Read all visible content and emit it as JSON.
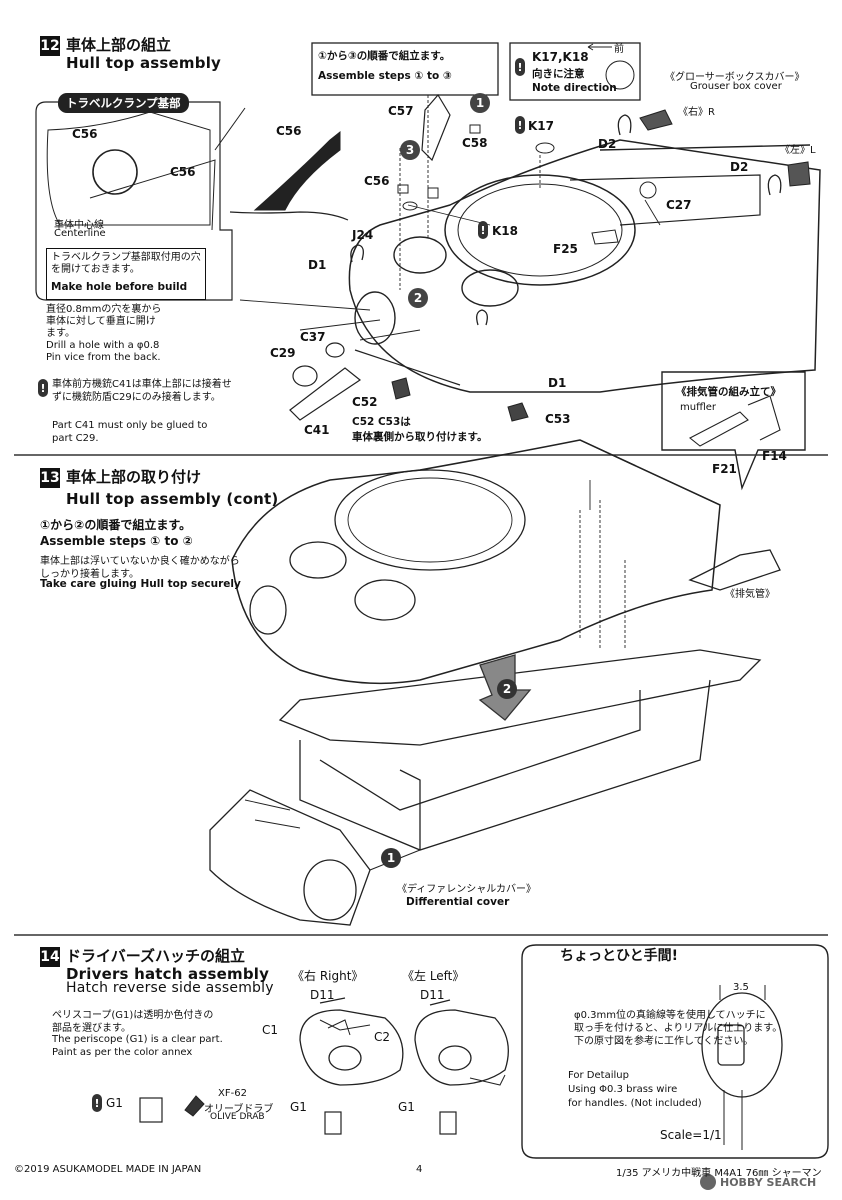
{
  "step12": {
    "number": "12",
    "title_jp": "車体上部の組立",
    "title_en": "Hull top assembly",
    "callout_order_jp": "①から③の順番で組立ます。",
    "callout_order_en": "Assemble steps ① to ③",
    "callout_k17_code": "K17,K18",
    "callout_k17_jp": "向きに注意",
    "callout_k17_en": "Note direction",
    "callout_k17_arrow": "前",
    "travel_clamp_label": "トラベルクランプ基部",
    "centerline_jp": "車体中心線",
    "centerline_en": "Centerline",
    "make_hole_jp": "トラベルクランプ基部取付用の穴を開けておきます。",
    "make_hole_en": "Make hole before build",
    "drill_jp": "直径0.8mmの穴を裏から車体に対して垂直に開けます。",
    "drill_en1": "Drill a hole with a φ0.8",
    "drill_en2": "Pin vice from the back.",
    "c41_note_jp": "車体前方機銃C41は車体上部には接着せずに機銃防盾C29にのみ接着します。",
    "c41_note_en1": "Part C41 must only be glued to",
    "c41_note_en2": "part C29.",
    "c52_note_code": "C52 C53は",
    "c52_note_jp": "車体裏側から取り付けます。",
    "grouser_jp": "《グローサーボックスカバー》",
    "grouser_en": "Grouser box cover",
    "right_label": "《右》R",
    "left_label": "《左》L",
    "exhaust_title": "《排気管の組み立て》",
    "muffler": "muffler",
    "parts": [
      "C57",
      "C58",
      "C56",
      "C56",
      "C56",
      "K17",
      "K18",
      "F25",
      "C27",
      "D2",
      "D2",
      "J24",
      "D1",
      "D1",
      "C37",
      "C29",
      "C41",
      "C52",
      "C53"
    ],
    "step_nums": [
      "1",
      "2",
      "3"
    ]
  },
  "step13": {
    "number": "13",
    "title_jp": "車体上部の取り付け",
    "title_en": "Hull top assembly (cont)",
    "order_jp": "①から②の順番で組立ます。",
    "order_en": "Assemble steps ① to ②",
    "care_jp1": "車体上部は浮いていないか良く確かめながら",
    "care_jp2": "しっかり接着します。",
    "care_en": "Take care gluing Hull top securely",
    "exhaust_jp": "《排気管》",
    "diff_jp": "《ディファレンシャルカバー》",
    "diff_en": "Differential cover",
    "f21": "F21",
    "f14": "F14"
  },
  "step14": {
    "number": "14",
    "title_jp": "ドライバーズハッチの組立",
    "title_en": "Drivers hatch assembly",
    "subtitle_en": "Hatch reverse side assembly",
    "right_label": "《右 Right》",
    "left_label": "《左 Left》",
    "periscope_jp1": "ペリスコープ(G1)は透明か色付きの",
    "periscope_jp2": "部品を選びます。",
    "periscope_en1": "The periscope (G1) is a clear part.",
    "periscope_en2": "Paint as per the color annex",
    "paint_code": "XF-62",
    "paint_jp": "オリーブドラブ",
    "paint_en": "OLIVE DRAB",
    "parts": [
      "D11",
      "C1",
      "G1",
      "D11",
      "C2",
      "G1",
      "G1"
    ]
  },
  "detail_box": {
    "title": "ちょっとひと手間!",
    "dim": "3.5",
    "text_jp1": "φ0.3mm位の真鍮線等を使用してハッチに",
    "text_jp2": "取っ手を付けると、よりリアルに仕上ります。",
    "text_jp3": "下の原寸図を参考に工作してください。",
    "text_en1": "For Detailup",
    "text_en2": "Using Φ0.3 brass wire",
    "text_en3": "for handles. (Not included)",
    "scale": "Scale=1/1"
  },
  "footer": {
    "copyright": "©2019 ASUKAMODEL   MADE IN JAPAN",
    "page": "4",
    "product": "1/35 アメリカ中戦車 M4A1 76㎜ シャーマン",
    "watermark": "HOBBY SEARCH"
  }
}
